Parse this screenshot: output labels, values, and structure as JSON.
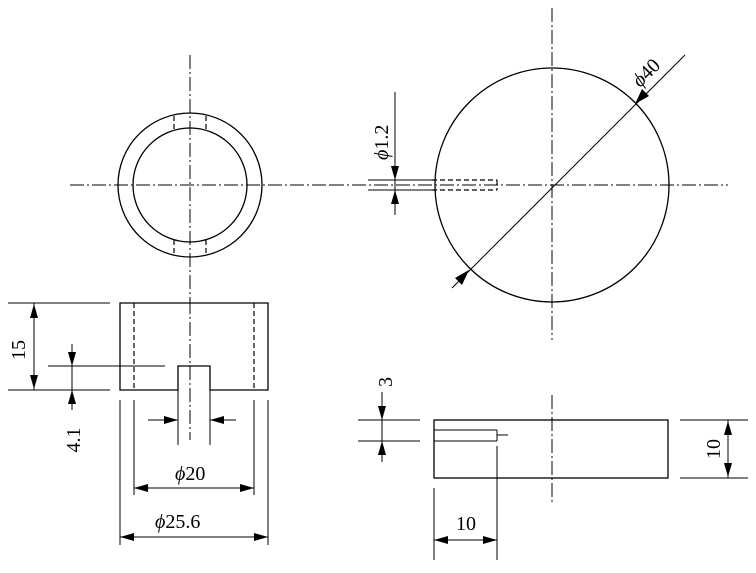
{
  "dimensions": {
    "phi_symbol": "ϕ",
    "dia_40": "40",
    "dia_1_2": "1.2",
    "dia_20": "20",
    "dia_25_6": "25.6",
    "height_15": "15",
    "slot_4_1": "4.1",
    "hole_3": "3",
    "len_10_bottom": "10",
    "height_10_right": "10"
  }
}
